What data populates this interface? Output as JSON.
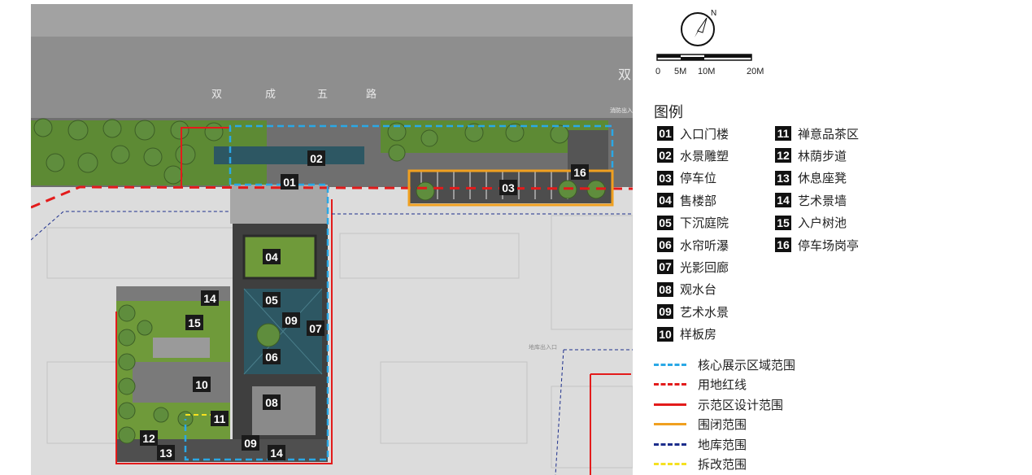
{
  "road": {
    "name_chars": [
      "双",
      "成",
      "五",
      "路"
    ],
    "right_char": "双"
  },
  "plan_labels": [
    "01",
    "02",
    "03",
    "04",
    "05",
    "06",
    "07",
    "08",
    "09",
    "10",
    "11",
    "12",
    "13",
    "14",
    "15",
    "16"
  ],
  "small_labels": {
    "north_exit": "消防出入口",
    "garage_entrance": "地库出入口"
  },
  "compass": {
    "north": "N"
  },
  "scale": {
    "ticks": [
      "0",
      "5M",
      "10M",
      "20M"
    ]
  },
  "legend": {
    "title": "图例",
    "items": [
      {
        "num": "01",
        "label": "入口门楼"
      },
      {
        "num": "02",
        "label": "水景雕塑"
      },
      {
        "num": "03",
        "label": "停车位"
      },
      {
        "num": "04",
        "label": "售楼部"
      },
      {
        "num": "05",
        "label": "下沉庭院"
      },
      {
        "num": "06",
        "label": "水帘听瀑"
      },
      {
        "num": "07",
        "label": "光影回廊"
      },
      {
        "num": "08",
        "label": "观水台"
      },
      {
        "num": "09",
        "label": "艺术水景"
      },
      {
        "num": "10",
        "label": "样板房"
      },
      {
        "num": "11",
        "label": "禅意品茶区"
      },
      {
        "num": "12",
        "label": "林荫步道"
      },
      {
        "num": "13",
        "label": "休息座凳"
      },
      {
        "num": "14",
        "label": "艺术景墙"
      },
      {
        "num": "15",
        "label": "入户树池"
      },
      {
        "num": "16",
        "label": "停车场岗亭"
      }
    ],
    "lines": [
      {
        "label": "核心展示区域范围",
        "color": "#2aa8e6",
        "style": "dashed"
      },
      {
        "label": "用地红线",
        "color": "#e31b1b",
        "style": "dashed"
      },
      {
        "label": "示范区设计范围",
        "color": "#e31b1b",
        "style": "solid"
      },
      {
        "label": "围闭范围",
        "color": "#f0a020",
        "style": "solid"
      },
      {
        "label": "地库范围",
        "color": "#1c2e8c",
        "style": "dashed"
      },
      {
        "label": "拆改范围",
        "color": "#f5e020",
        "style": "dashed"
      }
    ]
  },
  "colors": {
    "road": "#8e8e8e",
    "ground": "#dcdcdc",
    "lawn": "#6f9a3a",
    "tree": "#5f8d3d",
    "water": "#2d5763",
    "building": "#7a7a7a",
    "core_range": "#2aa8e6",
    "red_line": "#e31b1b",
    "enclosure": "#f0a020",
    "garage": "#1c2e8c",
    "renovation": "#f5e020"
  }
}
